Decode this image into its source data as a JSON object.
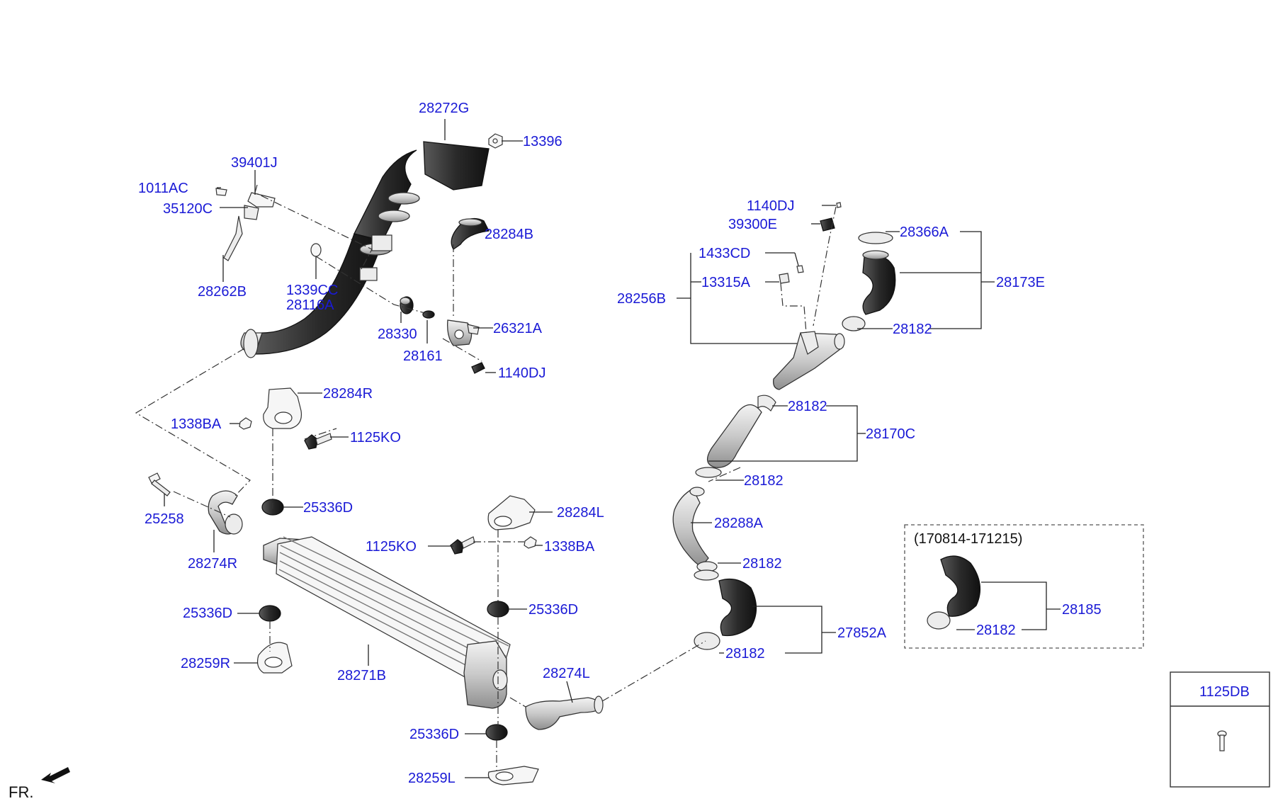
{
  "orientation": "FR.",
  "parts": {
    "p28272G": "28272G",
    "p13396": "13396",
    "p39401J": "39401J",
    "p1011AC": "1011AC",
    "p35120C": "35120C",
    "p28284B": "28284B",
    "p28262B": "28262B",
    "p1339CC": "1339CC",
    "p28116A": "28116A",
    "p28330": "28330",
    "p26321A": "26321A",
    "p28161": "28161",
    "p1140DJ_a": "1140DJ",
    "p28284R": "28284R",
    "p1338BA_a": "1338BA",
    "p1125KO_a": "1125KO",
    "p25258": "25258",
    "p25336D_a": "25336D",
    "p28274R": "28274R",
    "p28284L": "28284L",
    "p1125KO_b": "1125KO",
    "p1338BA_b": "1338BA",
    "p25336D_b": "25336D",
    "p25336D_c": "25336D",
    "p28259R": "28259R",
    "p28271B": "28271B",
    "p28274L": "28274L",
    "p25336D_d": "25336D",
    "p28259L": "28259L",
    "p1140DJ_b": "1140DJ",
    "p39300E": "39300E",
    "p28366A": "28366A",
    "p1433CD": "1433CD",
    "p13315A": "13315A",
    "p28173E": "28173E",
    "p28256B": "28256B",
    "p28182_a": "28182",
    "p28182_b": "28182",
    "p28170C": "28170C",
    "p28182_c": "28182",
    "p28288A": "28288A",
    "p28182_d": "28182",
    "p27852A": "27852A",
    "p28182_e": "28182",
    "p28185": "28185",
    "p28182_f": "28182"
  },
  "variant_note": "(170814-171215)",
  "legend_box": {
    "part": "1125DB"
  }
}
